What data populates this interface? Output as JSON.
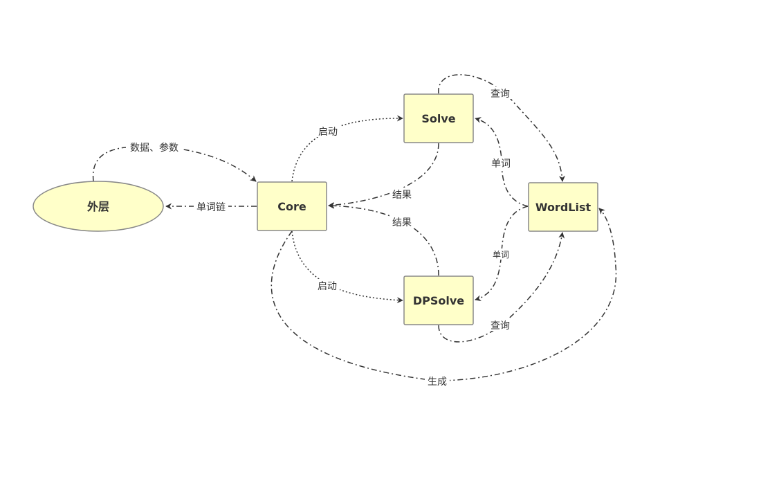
{
  "nodes": {
    "outer": "外层",
    "core": "Core",
    "solve": "Solve",
    "dpsolve": "DPSolve",
    "wordlist": "WordList"
  },
  "edges": {
    "outer_to_core": "数据、参数",
    "core_to_outer": "单词链",
    "core_to_solve": "启动",
    "solve_to_core": "结果",
    "dpsolve_to_core": "结果",
    "core_to_dpsolve": "启动",
    "solve_to_wordlist": "查询",
    "wordlist_to_solve": "单词",
    "wordlist_to_dpsolve": "单词",
    "dpsolve_to_wordlist": "查询",
    "core_to_wordlist": "生成"
  },
  "colors": {
    "node_fill": "#ffffc9",
    "node_stroke": "#888888",
    "edge": "#333333"
  }
}
